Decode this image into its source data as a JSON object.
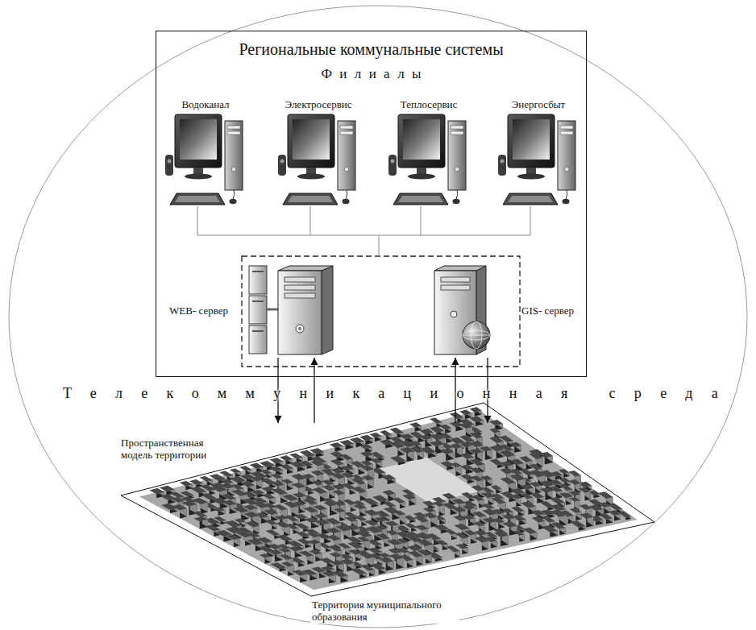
{
  "diagram": {
    "nodes": [
      {
        "text": [
          "Региональные коммунальные системы",
          "Филиалы"
        ]
      },
      {
        "text": [
          "Водоканал"
        ],
        "in": 0
      },
      {
        "text": [
          "Электросервис"
        ],
        "in": 0
      },
      {
        "text": [
          "Теплосервис"
        ],
        "in": 0
      },
      {
        "text": [
          "Энергосбыт"
        ],
        "in": 0
      },
      {
        "text": [
          "WEB- сервер"
        ],
        "in": 0
      },
      {
        "text": [
          "GIS- сервер"
        ],
        "in": 0
      },
      {
        "text": [
          "Пространственная модель территории",
          "Территория муниципального образования"
        ]
      }
    ],
    "edges": [
      {
        "from": 5,
        "to": 7,
        "arrow": "to"
      },
      {
        "from": 7,
        "to": 5,
        "arrow": "to"
      },
      {
        "from": 7,
        "to": 6,
        "arrow": "to"
      },
      {
        "from": 6,
        "to": 7,
        "arrow": "to"
      }
    ],
    "labels": [
      "Телекоммуникационная среда"
    ]
  }
}
